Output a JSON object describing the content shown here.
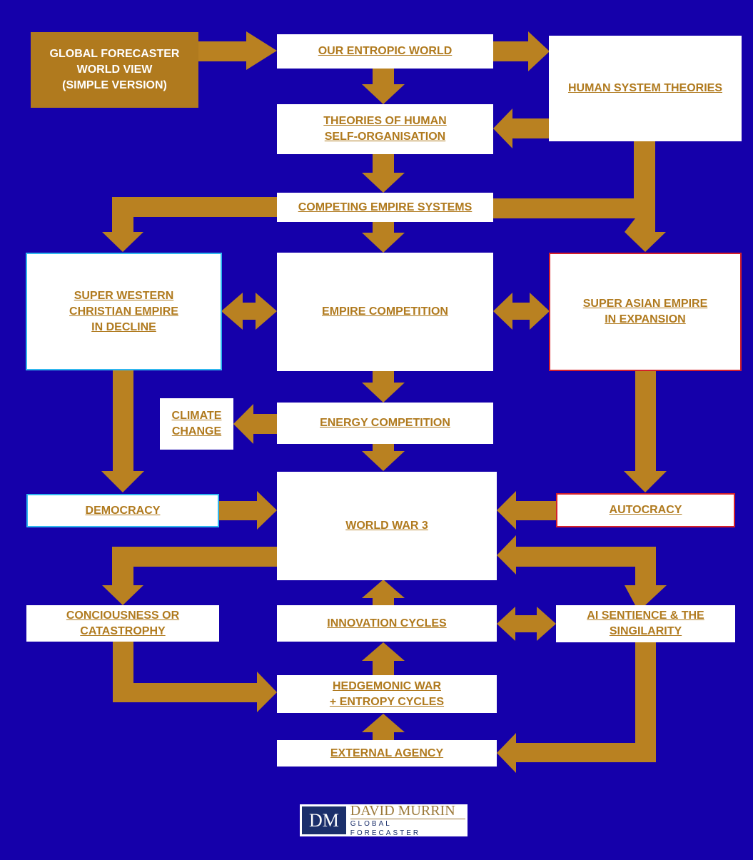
{
  "title": "GLOBAL FORECASTER\nWORLD VIEW\n(SIMPLE VERSION)",
  "nodes": {
    "entropic_world": "OUR ENTROPIC WORLD",
    "human_system_theories": "HUMAN SYSTEM THEORIES",
    "self_organisation": "THEORIES OF HUMAN\nSELF-ORGANISATION",
    "competing_empires": "COMPETING EMPIRE SYSTEMS",
    "western_empire": "SUPER WESTERN\nCHRISTIAN EMPIRE\nIN DECLINE",
    "empire_competition": "EMPIRE COMPETITION",
    "asian_empire": "SUPER ASIAN EMPIRE\nIN EXPANSION",
    "climate_change": "CLIMATE\nCHANGE",
    "energy_competition": "ENERGY COMPETITION",
    "democracy": "DEMOCRACY",
    "world_war_3": "WORLD WAR 3",
    "autocracy": "AUTOCRACY",
    "consciousness": "CONCIOUSNESS OR\nCATASTROPHY",
    "innovation_cycles": "INNOVATION CYCLES",
    "ai_sentience": "AI SENTIENCE & THE\nSINGILARITY",
    "hedgemonic_war": "HEDGEMONIC WAR\n+ ENTROPY CYCLES",
    "external_agency": "EXTERNAL AGENCY"
  },
  "logo": {
    "mark": "DM",
    "name": "DAVID MURRIN",
    "subtitle": "GLOBAL FORECASTER"
  },
  "colors": {
    "background": "#1500AA",
    "arrow": "#B98121",
    "text": "#B07A1E",
    "west_border": "#2FB6EE",
    "asia_border": "#D4202A"
  }
}
